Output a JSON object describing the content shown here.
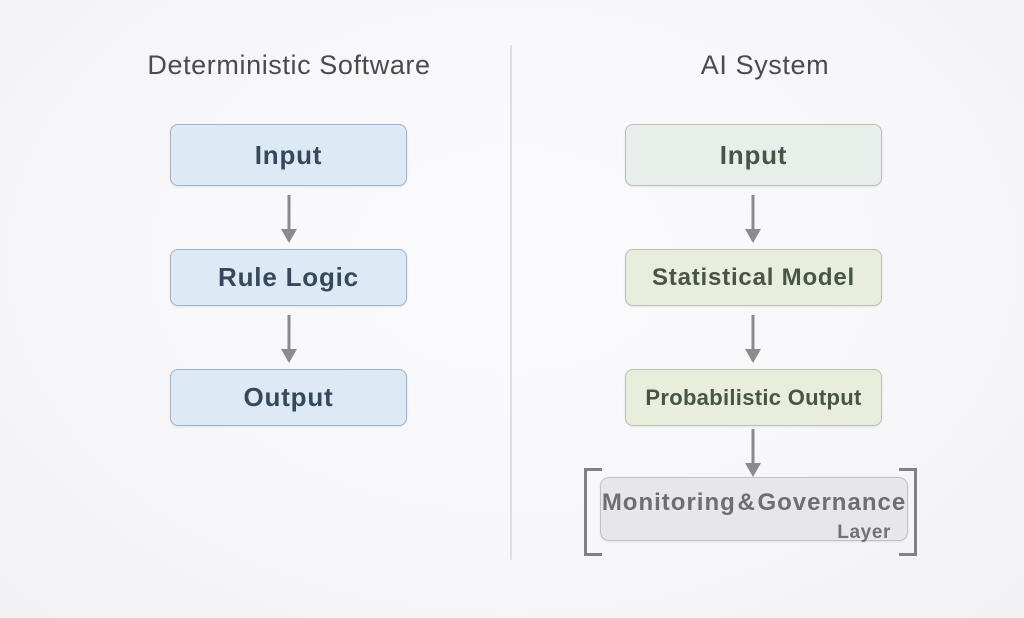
{
  "diagram": {
    "left_column": {
      "title": "Deterministic Software",
      "boxes": [
        {
          "label": "Input",
          "fill": "#dde9f4"
        },
        {
          "label": "Rule Logic",
          "fill": "#dde9f4"
        },
        {
          "label": "Output",
          "fill": "#dde9f4"
        }
      ],
      "box_border": "#9fb2c6",
      "label_color": "#36485c"
    },
    "right_column": {
      "title": "AI System",
      "boxes": [
        {
          "label": "Input",
          "fill": "#e8eee9"
        },
        {
          "label": "Statistical Model",
          "fill": "#e8eddd"
        },
        {
          "label": "Probabilistic Output",
          "fill": "#e8eedb"
        }
      ],
      "box_border": "#b9c2b1",
      "label_color": "#475548",
      "governance_box": {
        "line1": "Monitoring & Governance",
        "line2": "Layer",
        "fill": "#e7e6ea",
        "border": "#c1c0c8",
        "text_color": "#6e6e71",
        "bracket_color": "#808085"
      }
    },
    "title_color": "#4b4b4d",
    "arrow_color": "#8b8b8b",
    "divider_color": "#dfdfe3",
    "background": "#f6f6f8"
  }
}
